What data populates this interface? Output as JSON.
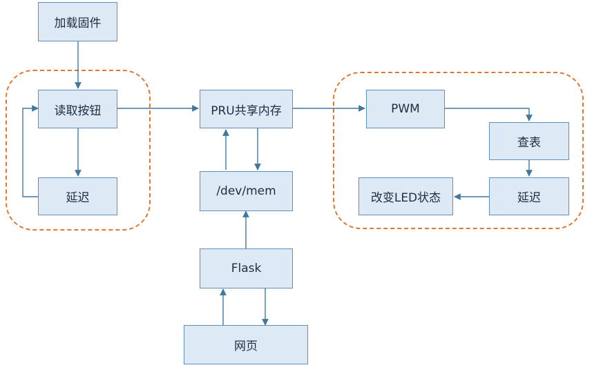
{
  "nodes": {
    "load_firmware": "加载固件",
    "read_button": "读取按钮",
    "delay_left": "延迟",
    "pru_shared_mem": "PRU共享内存",
    "dev_mem": "/dev/mem",
    "flask": "Flask",
    "webpage": "网页",
    "pwm": "PWM",
    "lookup_table": "查表",
    "delay_right": "延迟",
    "change_led": "改变LED状态"
  },
  "colors": {
    "box_fill": "#dde9f5",
    "box_border": "#5f8fb9",
    "arrow": "#3f78a0",
    "group_dash": "#e3762e",
    "text": "#1e2d3d"
  }
}
